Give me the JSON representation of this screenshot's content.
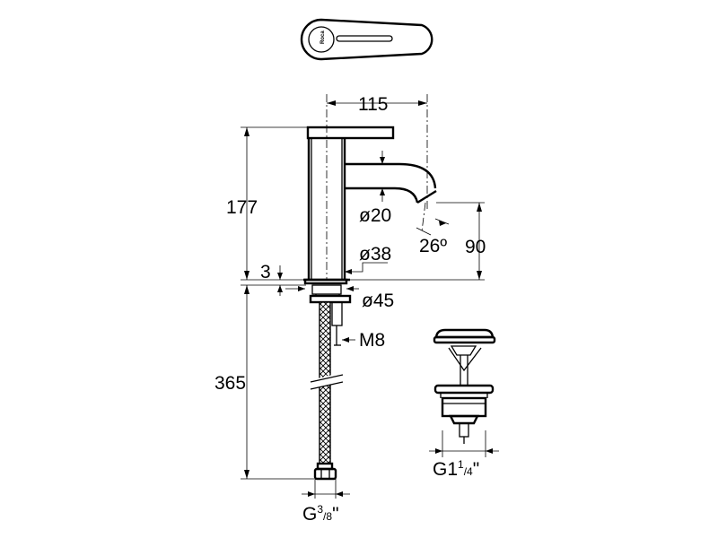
{
  "dimensions": {
    "spout_reach": "115",
    "body_height": "177",
    "spout_diameter": "ø20",
    "body_diameter": "ø38",
    "base_gap": "3",
    "base_diameter": "ø45",
    "thread": "M8",
    "spout_angle": "26º",
    "spout_height": "90",
    "hose_length": "365",
    "hose_connection": {
      "main": "G",
      "sup": "3",
      "sub": "8",
      "suffix": "\""
    },
    "waste_connection": {
      "main": "G1",
      "sup": "1",
      "sub": "4",
      "suffix": "\""
    }
  },
  "logo_text": "Roca"
}
